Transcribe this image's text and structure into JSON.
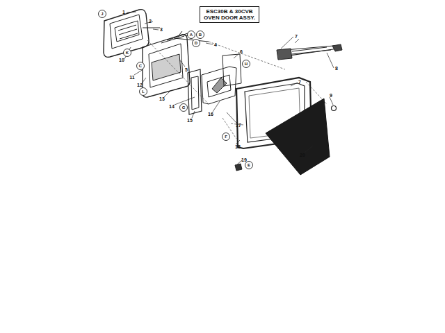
{
  "diagram": {
    "title": "ESC30B & 30CVB OVEN DOOR ASSY.",
    "labels": [
      "J",
      "1",
      "2",
      "3",
      "A",
      "B",
      "4",
      "D",
      "5",
      "6",
      "H",
      "7",
      "8",
      "7",
      "9",
      "10",
      "K",
      "C",
      "11",
      "12",
      "L",
      "13",
      "14",
      "G",
      "15",
      "16",
      "17",
      "F",
      "18",
      "19",
      "E",
      "20"
    ]
  }
}
